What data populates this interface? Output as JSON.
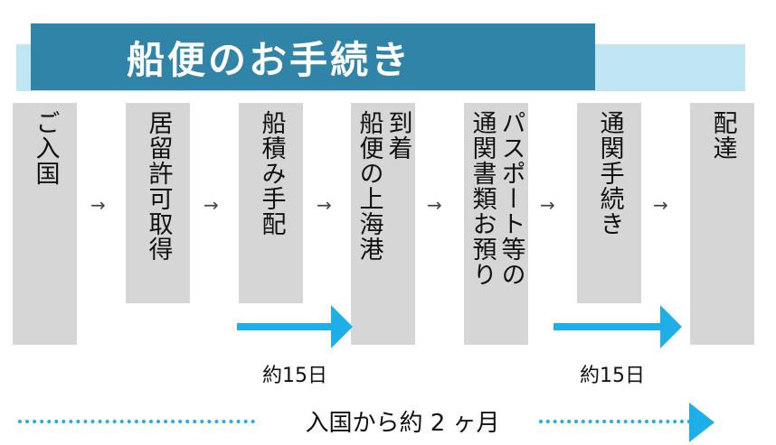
{
  "header": {
    "title": "船便のお手続き"
  },
  "steps": [
    {
      "lines": [
        "ご入国"
      ]
    },
    {
      "lines": [
        "居留許可取得"
      ]
    },
    {
      "lines": [
        "船積み手配"
      ]
    },
    {
      "lines": [
        "到着",
        "船便の上海港"
      ]
    },
    {
      "lines": [
        "パスポート等の",
        "通関書類お預り"
      ]
    },
    {
      "lines": [
        "通関手続き"
      ]
    },
    {
      "lines": [
        "配達"
      ]
    }
  ],
  "connector": "→",
  "durations": [
    {
      "label": "約15日"
    },
    {
      "label": "約15日"
    }
  ],
  "total": {
    "label": "入国から約 2 ヶ月"
  },
  "colors": {
    "title_band": "#2f84a8",
    "light_band": "#bfe6f2",
    "step_box": "#d6d6d6",
    "accent_arrow": "#1eaee8"
  }
}
